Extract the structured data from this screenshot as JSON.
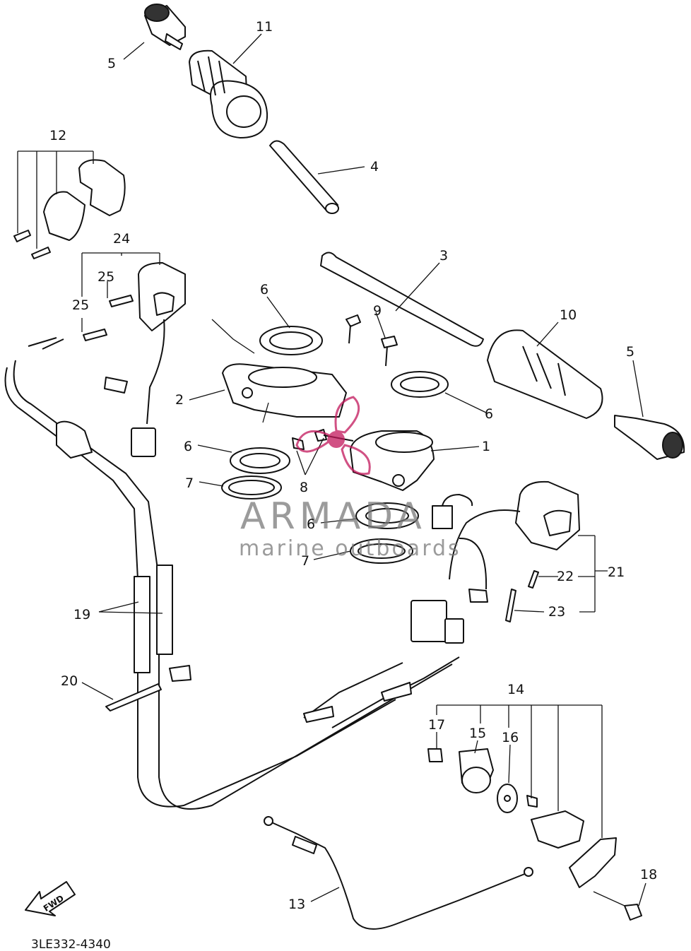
{
  "callouts": [
    {
      "id": "c5a",
      "label": "5"
    },
    {
      "id": "c11",
      "label": "11"
    },
    {
      "id": "c12",
      "label": "12"
    },
    {
      "id": "c4",
      "label": "4"
    },
    {
      "id": "c24",
      "label": "24"
    },
    {
      "id": "c25a",
      "label": "25"
    },
    {
      "id": "c25b",
      "label": "25"
    },
    {
      "id": "c3",
      "label": "3"
    },
    {
      "id": "c6a",
      "label": "6"
    },
    {
      "id": "c9",
      "label": "9"
    },
    {
      "id": "c10",
      "label": "10"
    },
    {
      "id": "c5b",
      "label": "5"
    },
    {
      "id": "c2",
      "label": "2"
    },
    {
      "id": "c6b",
      "label": "6"
    },
    {
      "id": "c6c",
      "label": "6"
    },
    {
      "id": "c1",
      "label": "1"
    },
    {
      "id": "c7a",
      "label": "7"
    },
    {
      "id": "c8",
      "label": "8"
    },
    {
      "id": "c6d",
      "label": "6"
    },
    {
      "id": "c7b",
      "label": "7"
    },
    {
      "id": "c21",
      "label": "21"
    },
    {
      "id": "c22",
      "label": "22"
    },
    {
      "id": "c23",
      "label": "23"
    },
    {
      "id": "c19",
      "label": "19"
    },
    {
      "id": "c20",
      "label": "20"
    },
    {
      "id": "c14",
      "label": "14"
    },
    {
      "id": "c17",
      "label": "17"
    },
    {
      "id": "c15",
      "label": "15"
    },
    {
      "id": "c16",
      "label": "16"
    },
    {
      "id": "c13",
      "label": "13"
    },
    {
      "id": "c18",
      "label": "18"
    }
  ],
  "fwd_label": "FWD",
  "reference_code": "3LE332-4340",
  "watermark": {
    "brand": "ARMADA",
    "tagline": "marine outboards",
    "accent_color": "#c2185b"
  }
}
